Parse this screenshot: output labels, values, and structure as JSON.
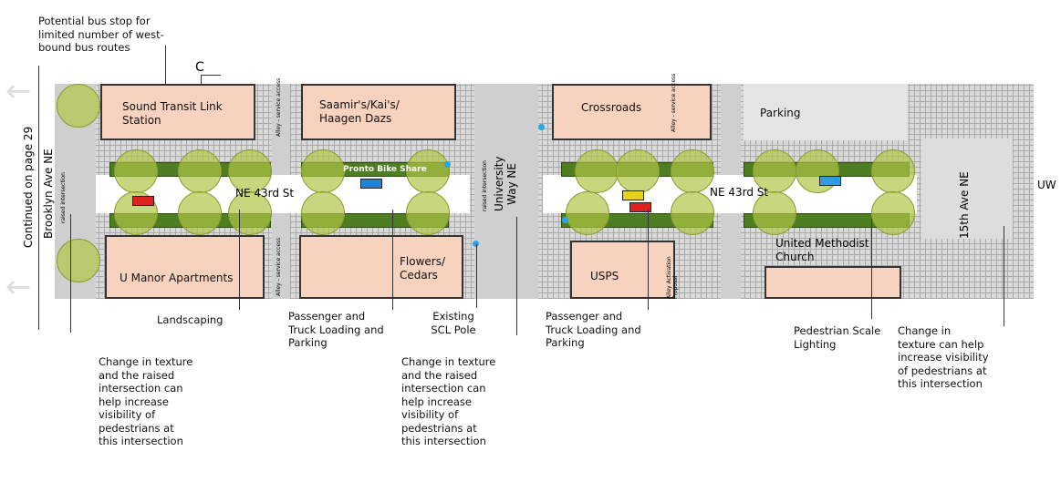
{
  "continued": "Continued on page 29",
  "section_marker": "C",
  "streets": {
    "brooklyn": "Brooklyn Ave NE",
    "main_left": "NE 43rd St",
    "main_right": "NE 43rd St",
    "university": "University Way NE",
    "fifteenth": "15th Ave NE",
    "uw": "UW",
    "raised": "raised intersection",
    "alley1": "Alley - service access",
    "alley2": "Alley - service access",
    "alley3": "Alley - service access",
    "alley_activation": "Alley Activation Proposal"
  },
  "buildings": {
    "sound_transit": "Sound Transit Link Station",
    "saamirs": "Saamir's/Kai's/ Haagen Dazs",
    "crossroads": "Crossroads",
    "parking": "Parking",
    "u_manor": "U Manor Apartments",
    "flowers": "Flowers/ Cedars",
    "usps": "USPS",
    "methodist": "United Methodist Church"
  },
  "pronto": "Pronto Bike Share",
  "callouts": {
    "bus_stop": "Potential bus stop for limited number of west-bound bus routes",
    "landscaping": "Landscaping",
    "loading1": "Passenger and Truck Loading and Parking",
    "scl_pole": "Existing SCL Pole",
    "loading2": "Passenger and Truck Loading and Parking",
    "ped_lighting": "Pedestrian Scale Lighting",
    "texture_right": "Change in texture can help increase visibility of pedestrians at this intersection",
    "texture_left": "Change in texture and the raised intersection can help increase visibility of pedestrians at this intersection",
    "texture_mid": "Change in texture and the raised intersection can help increase visibility of pedestrians at this intersection"
  },
  "colors": {
    "building": "#f6d2bf",
    "tree": "#b0c446",
    "hedge": "#4f7d22",
    "sign_blue": "#2aa6e0"
  }
}
